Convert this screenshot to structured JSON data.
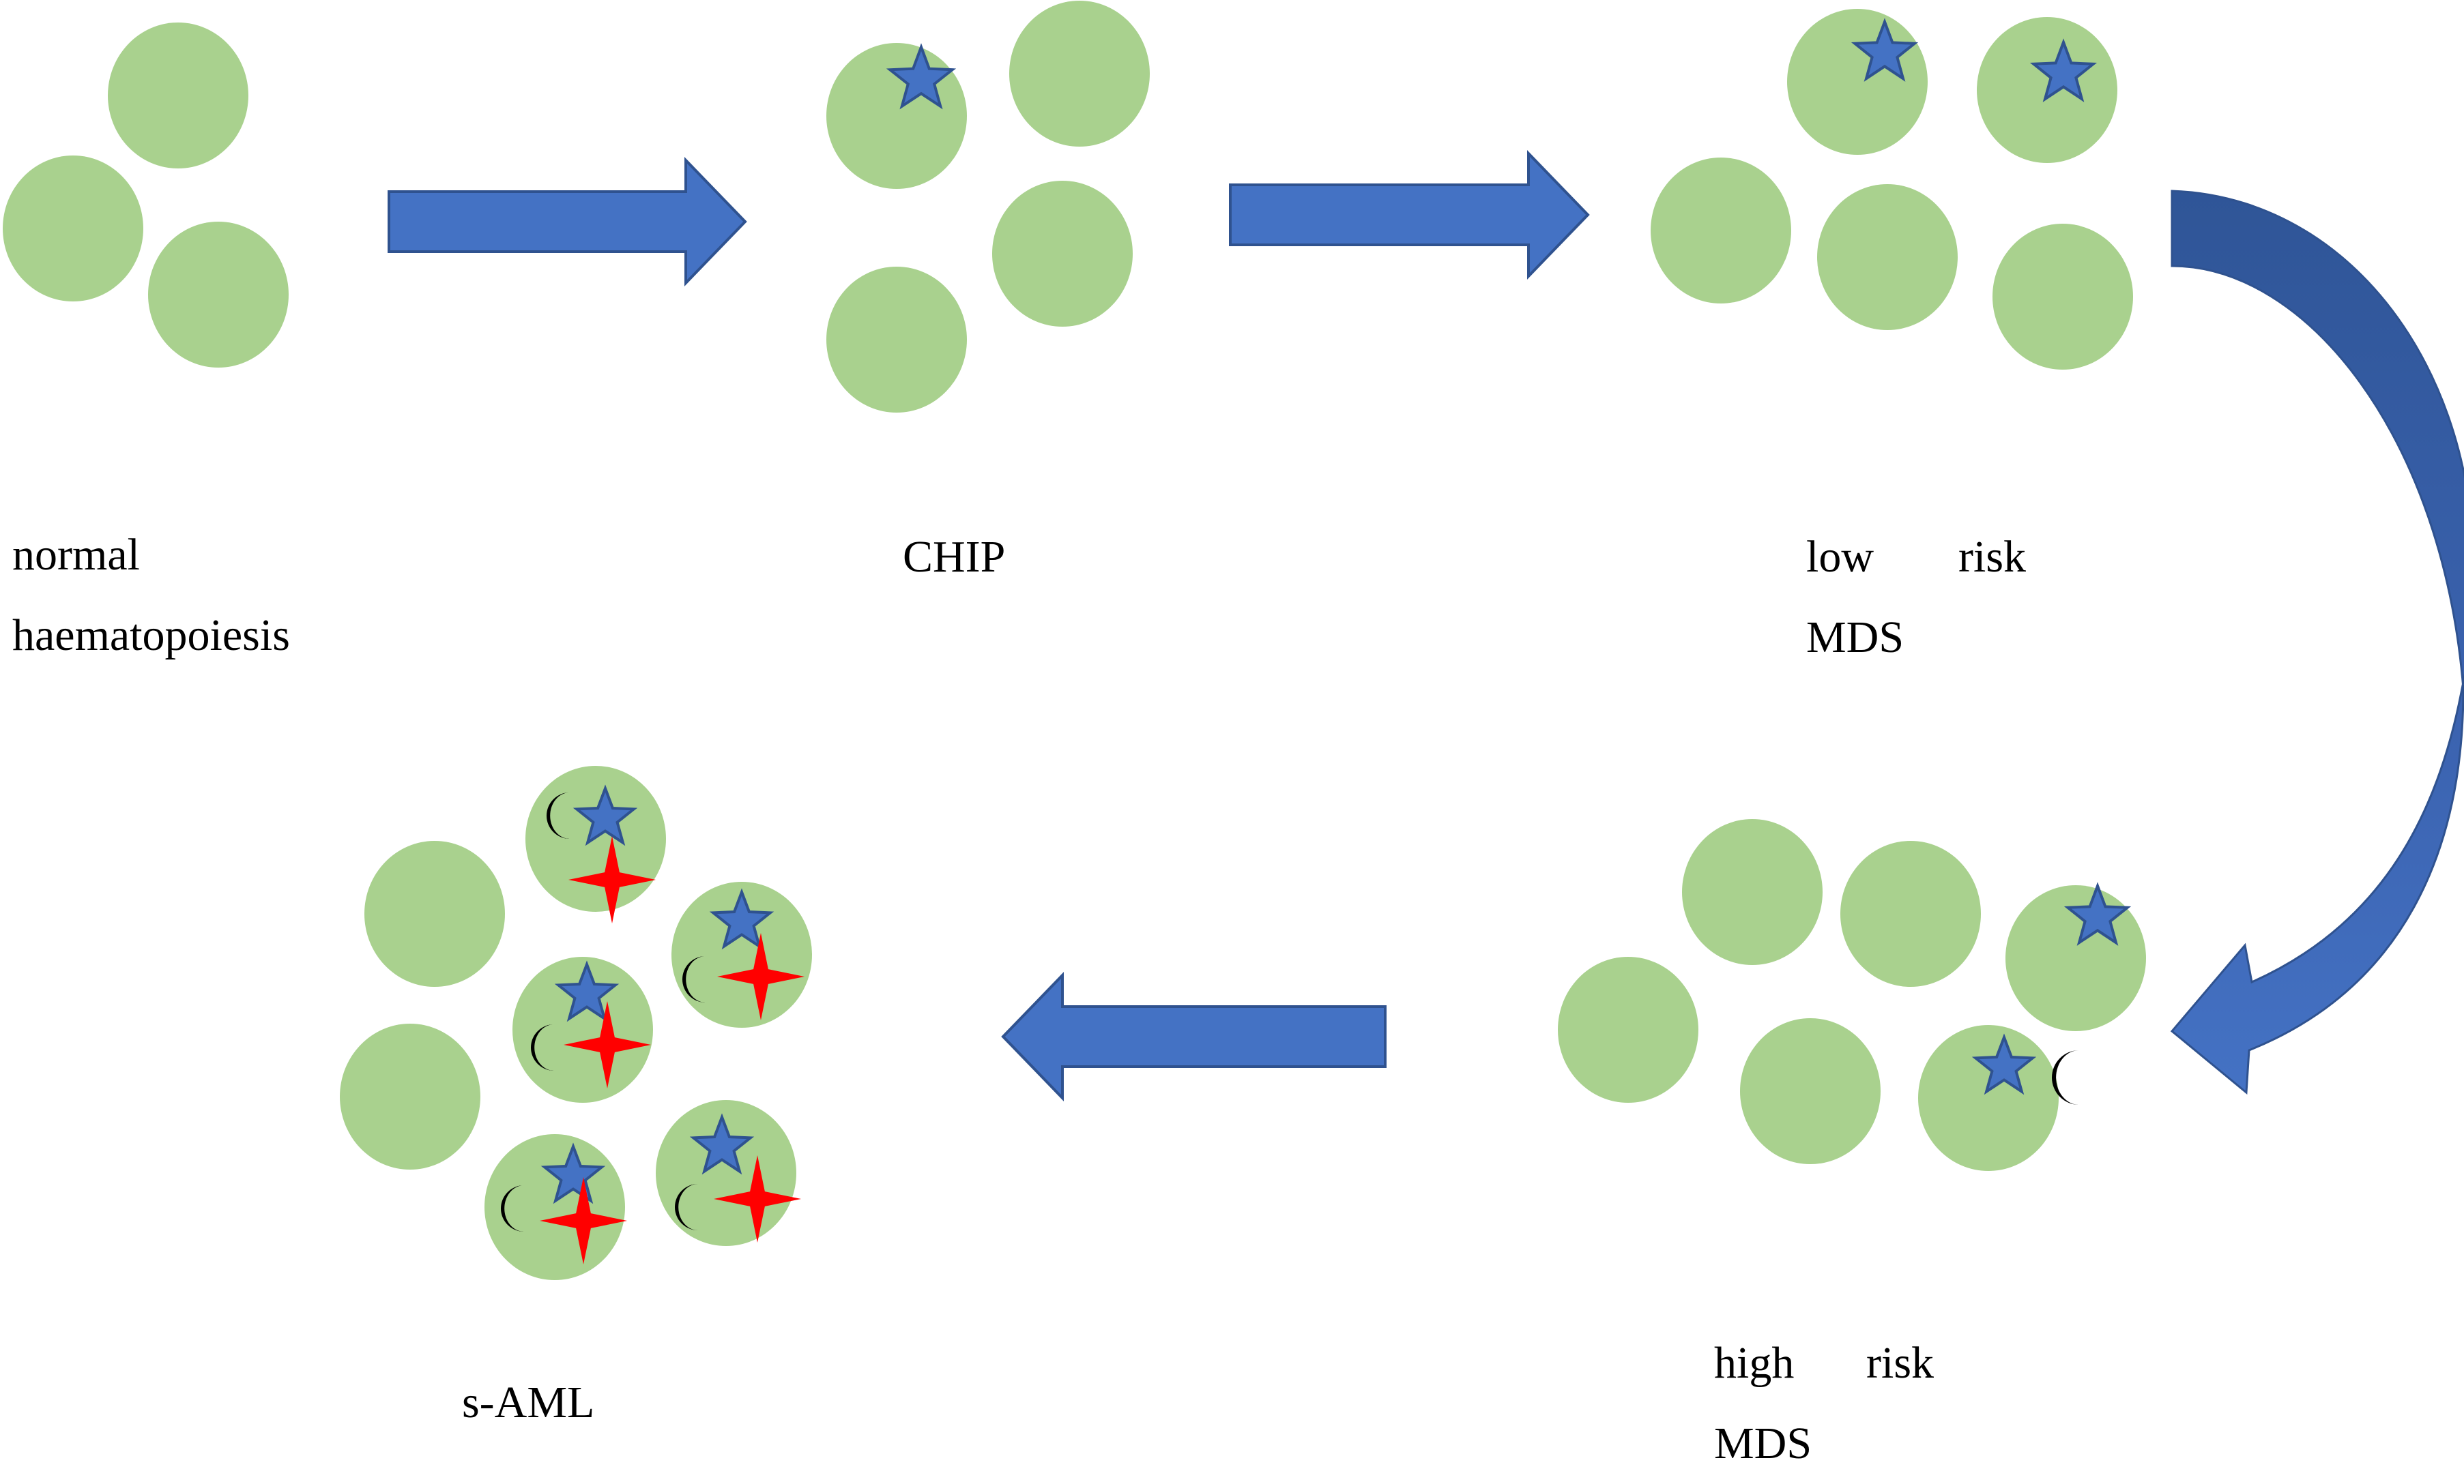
{
  "colors": {
    "cell_fill": "#a9d18e",
    "arrow_fill": "#4472c4",
    "arrow_stroke": "#2f528f",
    "curved_arrow_dark": "#2f5597",
    "star_fill": "#4472c4",
    "star_stroke": "#2f528f",
    "crescent_fill": "#000000",
    "red_star_fill": "#ff0000",
    "background": "#ffffff"
  },
  "stages": [
    {
      "id": "normal",
      "label_lines": [
        "normal",
        "haematopoiesis"
      ],
      "cells": [
        {
          "markers": []
        },
        {
          "markers": []
        },
        {
          "markers": []
        }
      ]
    },
    {
      "id": "chip",
      "label_lines": [
        "CHIP"
      ],
      "cells": [
        {
          "markers": [
            "blue-star"
          ]
        },
        {
          "markers": []
        },
        {
          "markers": []
        },
        {
          "markers": []
        }
      ]
    },
    {
      "id": "low-risk-mds",
      "label_lines": [
        "low",
        "risk",
        "MDS"
      ],
      "cells": [
        {
          "markers": [
            "blue-star"
          ]
        },
        {
          "markers": [
            "blue-star"
          ]
        },
        {
          "markers": []
        },
        {
          "markers": []
        },
        {
          "markers": []
        }
      ]
    },
    {
      "id": "high-risk-mds",
      "label_lines": [
        "high",
        "risk",
        "MDS"
      ],
      "cells": [
        {
          "markers": []
        },
        {
          "markers": []
        },
        {
          "markers": [
            "blue-star"
          ]
        },
        {
          "markers": []
        },
        {
          "markers": []
        },
        {
          "markers": [
            "blue-star",
            "black-crescent"
          ]
        }
      ]
    },
    {
      "id": "s-aml",
      "label_lines": [
        "s-AML"
      ],
      "cells": [
        {
          "markers": [
            "black-crescent",
            "blue-star",
            "red-star"
          ]
        },
        {
          "markers": []
        },
        {
          "markers": [
            "blue-star",
            "black-crescent",
            "red-star"
          ]
        },
        {
          "markers": [
            "blue-star",
            "black-crescent",
            "red-star"
          ]
        },
        {
          "markers": []
        },
        {
          "markers": [
            "blue-star",
            "black-crescent",
            "red-star"
          ]
        },
        {
          "markers": [
            "blue-star",
            "black-crescent",
            "red-star"
          ]
        }
      ]
    }
  ],
  "arrows": [
    {
      "from": "normal",
      "to": "chip",
      "direction": "right"
    },
    {
      "from": "chip",
      "to": "low-risk-mds",
      "direction": "right"
    },
    {
      "from": "low-risk-mds",
      "to": "high-risk-mds",
      "direction": "curved-down"
    },
    {
      "from": "high-risk-mds",
      "to": "s-aml",
      "direction": "left"
    }
  ]
}
